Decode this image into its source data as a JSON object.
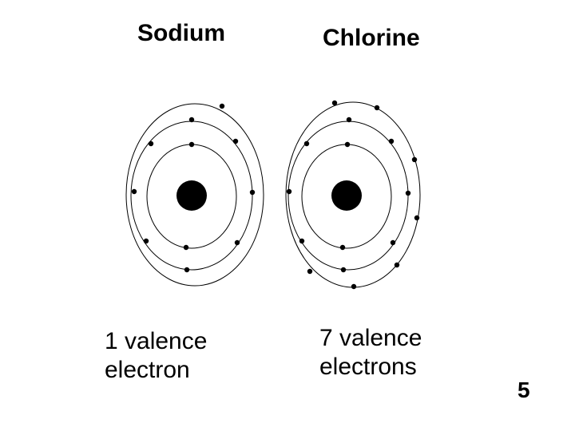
{
  "atoms": [
    {
      "name": "Sodium",
      "caption_line1": "1  valence",
      "caption_line2": "electron",
      "shells": [
        2,
        8,
        1
      ]
    },
    {
      "name": "Chlorine",
      "caption_line1": "7 valence",
      "caption_line2": "electrons",
      "shells": [
        2,
        8,
        7
      ]
    }
  ],
  "page_number": "5",
  "colors": {
    "ink": "#000000",
    "background": "#ffffff"
  }
}
